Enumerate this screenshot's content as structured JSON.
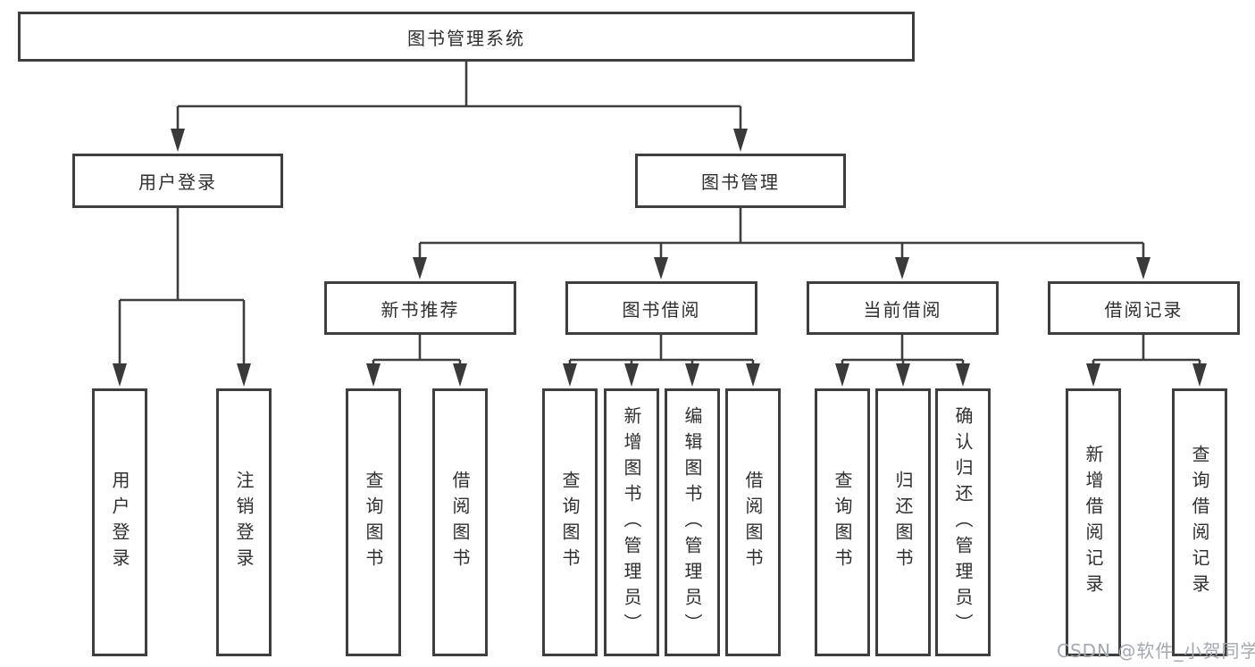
{
  "diagram": {
    "root": {
      "label": "图书管理系统"
    },
    "level2": [
      {
        "label": "用户登录"
      },
      {
        "label": "图书管理"
      }
    ],
    "level3": [
      {
        "label": "新书推荐"
      },
      {
        "label": "图书借阅"
      },
      {
        "label": "当前借阅"
      },
      {
        "label": "借阅记录"
      }
    ],
    "level4": [
      {
        "label": "用户登录"
      },
      {
        "label": "注销登录"
      },
      {
        "label": "查询图书"
      },
      {
        "label": "借阅图书"
      },
      {
        "label": "查询图书"
      },
      {
        "label": "新增图书（管理员）"
      },
      {
        "label": "编辑图书（管理员）"
      },
      {
        "label": "借阅图书"
      },
      {
        "label": "查询图书"
      },
      {
        "label": "归还图书"
      },
      {
        "label": "确认归还（管理员）"
      },
      {
        "label": "新增借阅记录"
      },
      {
        "label": "查询借阅记录"
      }
    ],
    "colors": {
      "line": "#3e3e3e",
      "text": "#2f2f2f",
      "background": "#ffffff",
      "watermark": "#a4a8b0"
    }
  },
  "watermark": {
    "text": "CSDN @软件_小贺同学"
  }
}
